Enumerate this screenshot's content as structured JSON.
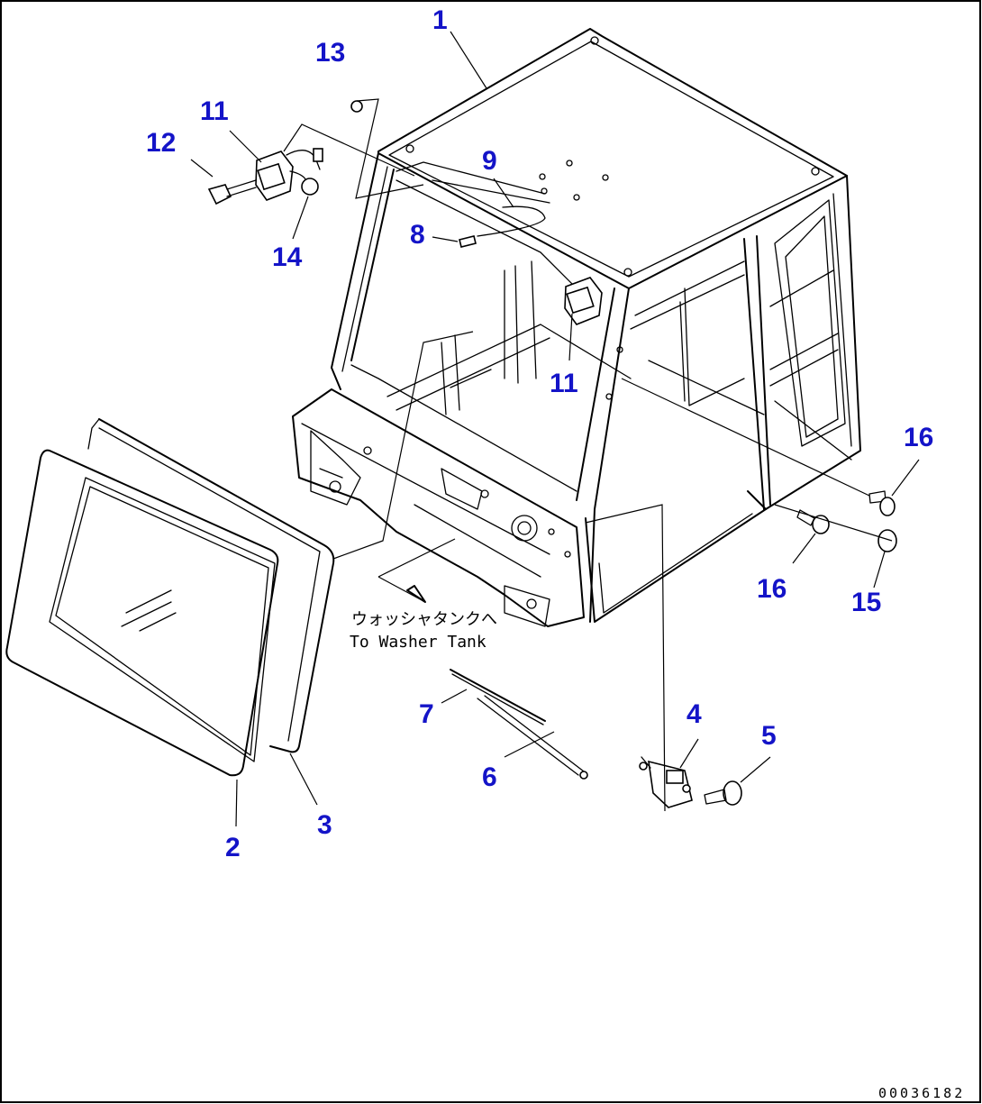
{
  "callouts": [
    {
      "id": "1",
      "label": "1"
    },
    {
      "id": "2",
      "label": "2"
    },
    {
      "id": "3",
      "label": "3"
    },
    {
      "id": "4",
      "label": "4"
    },
    {
      "id": "5",
      "label": "5"
    },
    {
      "id": "6",
      "label": "6"
    },
    {
      "id": "7",
      "label": "7"
    },
    {
      "id": "8",
      "label": "8"
    },
    {
      "id": "9",
      "label": "9"
    },
    {
      "id": "11a",
      "label": "11"
    },
    {
      "id": "11b",
      "label": "11"
    },
    {
      "id": "12",
      "label": "12"
    },
    {
      "id": "13",
      "label": "13"
    },
    {
      "id": "14",
      "label": "14"
    },
    {
      "id": "15",
      "label": "15"
    },
    {
      "id": "16a",
      "label": "16"
    },
    {
      "id": "16b",
      "label": "16"
    }
  ],
  "annotation": {
    "japanese": "ウォッシャタンクへ",
    "english": "To Washer Tank"
  },
  "drawing_code": "00036182"
}
